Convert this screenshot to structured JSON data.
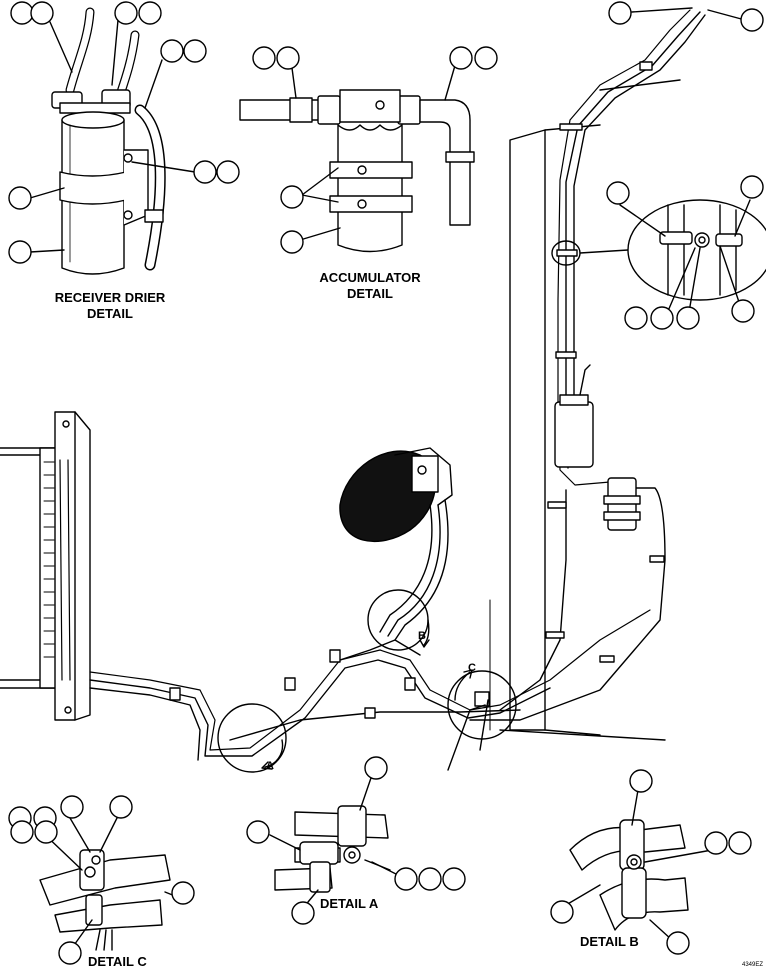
{
  "labels": {
    "receiver_drier_line1": "RECEIVER DRIER",
    "receiver_drier_line2": "DETAIL",
    "accumulator_line1": "ACCUMULATOR",
    "accumulator_line2": "DETAIL",
    "detail_a": "DETAIL A",
    "detail_b": "DETAIL B",
    "detail_c": "DETAIL C",
    "callout_a": "A",
    "callout_b": "B",
    "callout_c": "C",
    "drawing_number": "4349EZ"
  },
  "colors": {
    "line": "#000000",
    "fill": "#ffffff",
    "boot": "#111111"
  }
}
